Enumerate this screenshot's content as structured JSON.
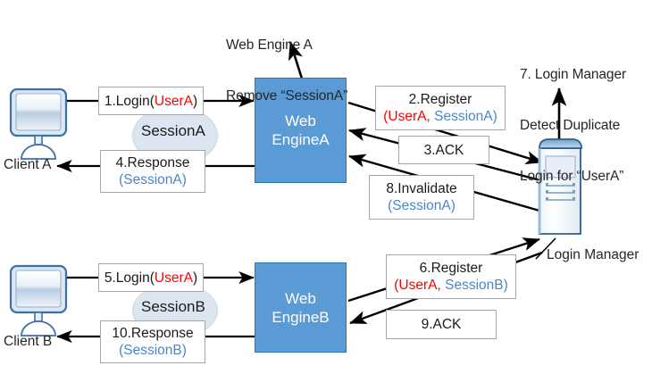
{
  "diagram": {
    "title_note_top": {
      "line1": "Web Engine A",
      "line2": "Remove “SessionA”"
    },
    "note_login_manager": {
      "line1": "7. Login Manager",
      "line2": "Detect Duplicate",
      "line3": "Login for “UserA”"
    },
    "colors": {
      "engine_fill": "#5b9bd5",
      "engine_stroke": "#2e75b6",
      "session_fill": "#dce6f1",
      "user_text": "#ff0000",
      "session_text": "#4a86c8",
      "arrow": "#000000",
      "box_stroke": "#a6a6a6"
    }
  },
  "nodes": {
    "client_a": {
      "label": "Client A",
      "icon": "monitor-icon"
    },
    "client_b": {
      "label": "Client B",
      "icon": "monitor-icon"
    },
    "engine_a": {
      "line1": "Web",
      "line2": "EngineA"
    },
    "engine_b": {
      "line1": "Web",
      "line2": "EngineB"
    },
    "login_manager": {
      "label": "Login Manager",
      "icon": "server-icon"
    },
    "session_a": {
      "label": "SessionA"
    },
    "session_b": {
      "label": "SessionB"
    }
  },
  "messages": [
    {
      "id": "msg-1",
      "num": "1.Login(",
      "arg_user": "UserA",
      "tail": ")",
      "line2": ""
    },
    {
      "id": "msg-2",
      "num": "2.Register",
      "line2_open": "(",
      "line2_user": "UserA",
      "line2_sep": ", ",
      "line2_session": "SessionA",
      "line2_close": ")"
    },
    {
      "id": "msg-3",
      "num": "3.ACK"
    },
    {
      "id": "msg-4",
      "num": "4.Response",
      "line2_session": "(SessionA)"
    },
    {
      "id": "msg-5",
      "num": "5.Login(",
      "arg_user": "UserA",
      "tail": ")"
    },
    {
      "id": "msg-6",
      "num": "6.Register",
      "line2_open": "(",
      "line2_user": "UserA",
      "line2_sep": ", ",
      "line2_session": "SessionB",
      "line2_close": ")"
    },
    {
      "id": "msg-8",
      "num": "8.Invalidate",
      "line2_session": "(SessionA)"
    },
    {
      "id": "msg-9",
      "num": "9.ACK"
    },
    {
      "id": "msg-10",
      "num": "10.Response",
      "line2_session": "(SessionB)"
    }
  ]
}
